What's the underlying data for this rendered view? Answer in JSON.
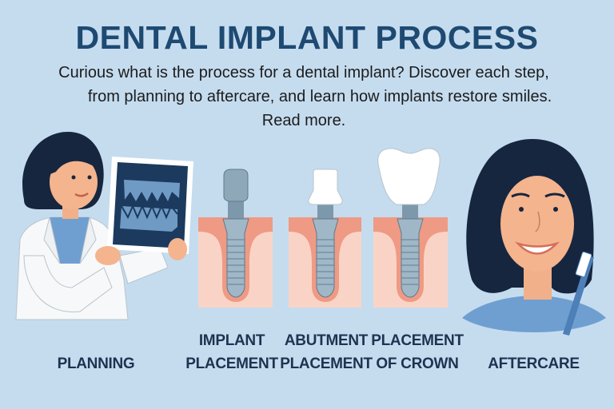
{
  "header": {
    "title": "DENTAL IMPLANT PROCESS",
    "subtitle_line1": "Curious what is the process for a dental implant? Discover each step,",
    "subtitle_line2": "from planning to aftercare, and learn how implants restore smiles.",
    "read_more": "Read more."
  },
  "steps": [
    {
      "id": "planning",
      "label_line1": "PLANNING",
      "label_line2": "",
      "illustration": "dentist-holding-xray"
    },
    {
      "id": "implant-placement",
      "label_line1": "IMPLANT",
      "label_line2": "PLACEMENT",
      "illustration": "implant-in-gum"
    },
    {
      "id": "abutment-placement",
      "label_line1": "ABUTMENT",
      "label_line2": "PLACEMENT",
      "illustration": "implant-with-abutment"
    },
    {
      "id": "placement-of-crown",
      "label_line1": "PLACEMENT",
      "label_line2": "OF CROWN",
      "illustration": "implant-with-crown"
    },
    {
      "id": "aftercare",
      "label_line1": "AFTERCARE",
      "label_line2": "",
      "illustration": "smiling-woman-with-toothbrush"
    }
  ],
  "colors": {
    "background": "#c5dcef",
    "title": "#1e4a72",
    "label": "#1e3350",
    "gum": "#ef9a84",
    "bone": "#f9d4c6",
    "implant": "#9fb7c7",
    "hair": "#16263f",
    "skin": "#f4b48e"
  }
}
